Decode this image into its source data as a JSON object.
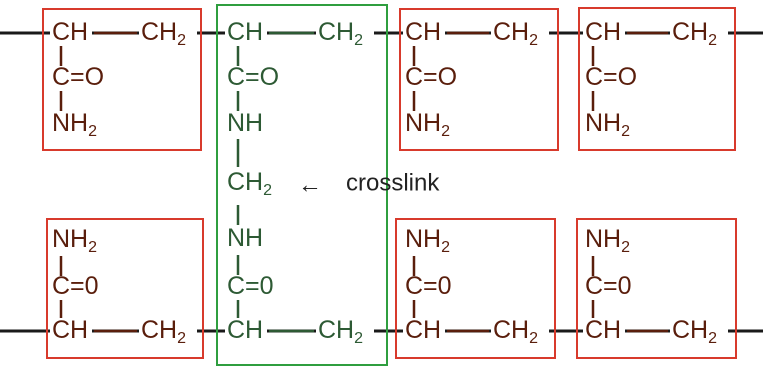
{
  "colors": {
    "monomer_text": "#5a1e0c",
    "crosslink_text": "#2d5a34",
    "box_red": "#d83a2c",
    "box_green": "#2f9e3f",
    "backbone": "#1a1a1a",
    "note_text": "#222222"
  },
  "labels": {
    "ch": "CH",
    "ch2": "CH",
    "sub_2": "2",
    "co_double": "C=O",
    "co_zero": "C=0",
    "nh": "NH",
    "nh2": "NH",
    "crosslink_note": "crosslink",
    "arrow": "←"
  }
}
